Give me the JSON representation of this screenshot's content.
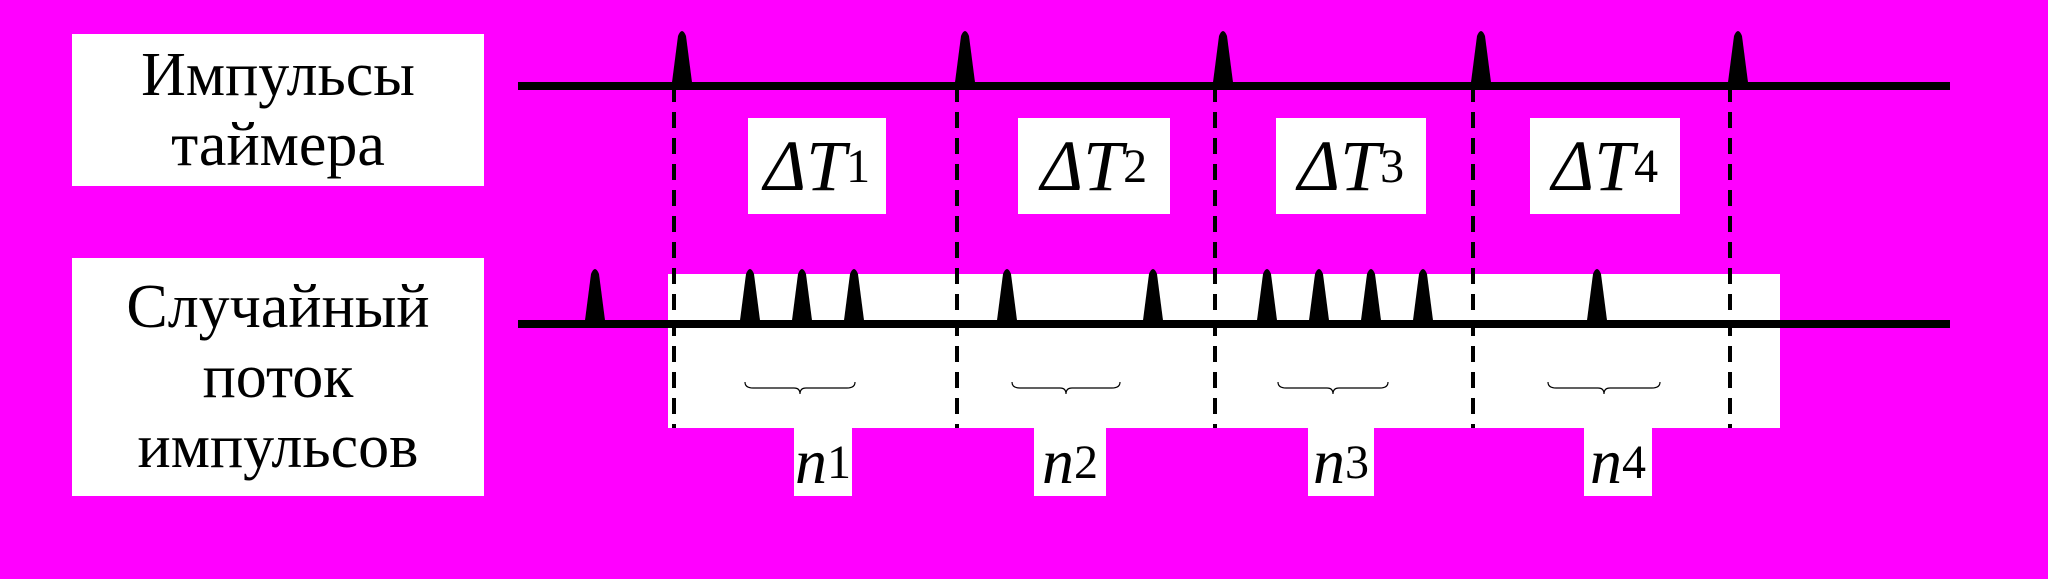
{
  "labels": {
    "timer": [
      "Импульсы",
      "таймера"
    ],
    "stream": [
      "Случайный",
      "поток",
      "импульсов"
    ]
  },
  "intervals": [
    {
      "symbol": "ΔT",
      "index": "1"
    },
    {
      "symbol": "ΔT",
      "index": "2"
    },
    {
      "symbol": "ΔT",
      "index": "3"
    },
    {
      "symbol": "ΔT",
      "index": "4"
    }
  ],
  "counts": [
    {
      "symbol": "n",
      "index": "1"
    },
    {
      "symbol": "n",
      "index": "2"
    },
    {
      "symbol": "n",
      "index": "3"
    },
    {
      "symbol": "n",
      "index": "4"
    }
  ],
  "colors": {
    "background": "#FF00FF",
    "box": "#FFFFFF",
    "ink": "#000000"
  }
}
